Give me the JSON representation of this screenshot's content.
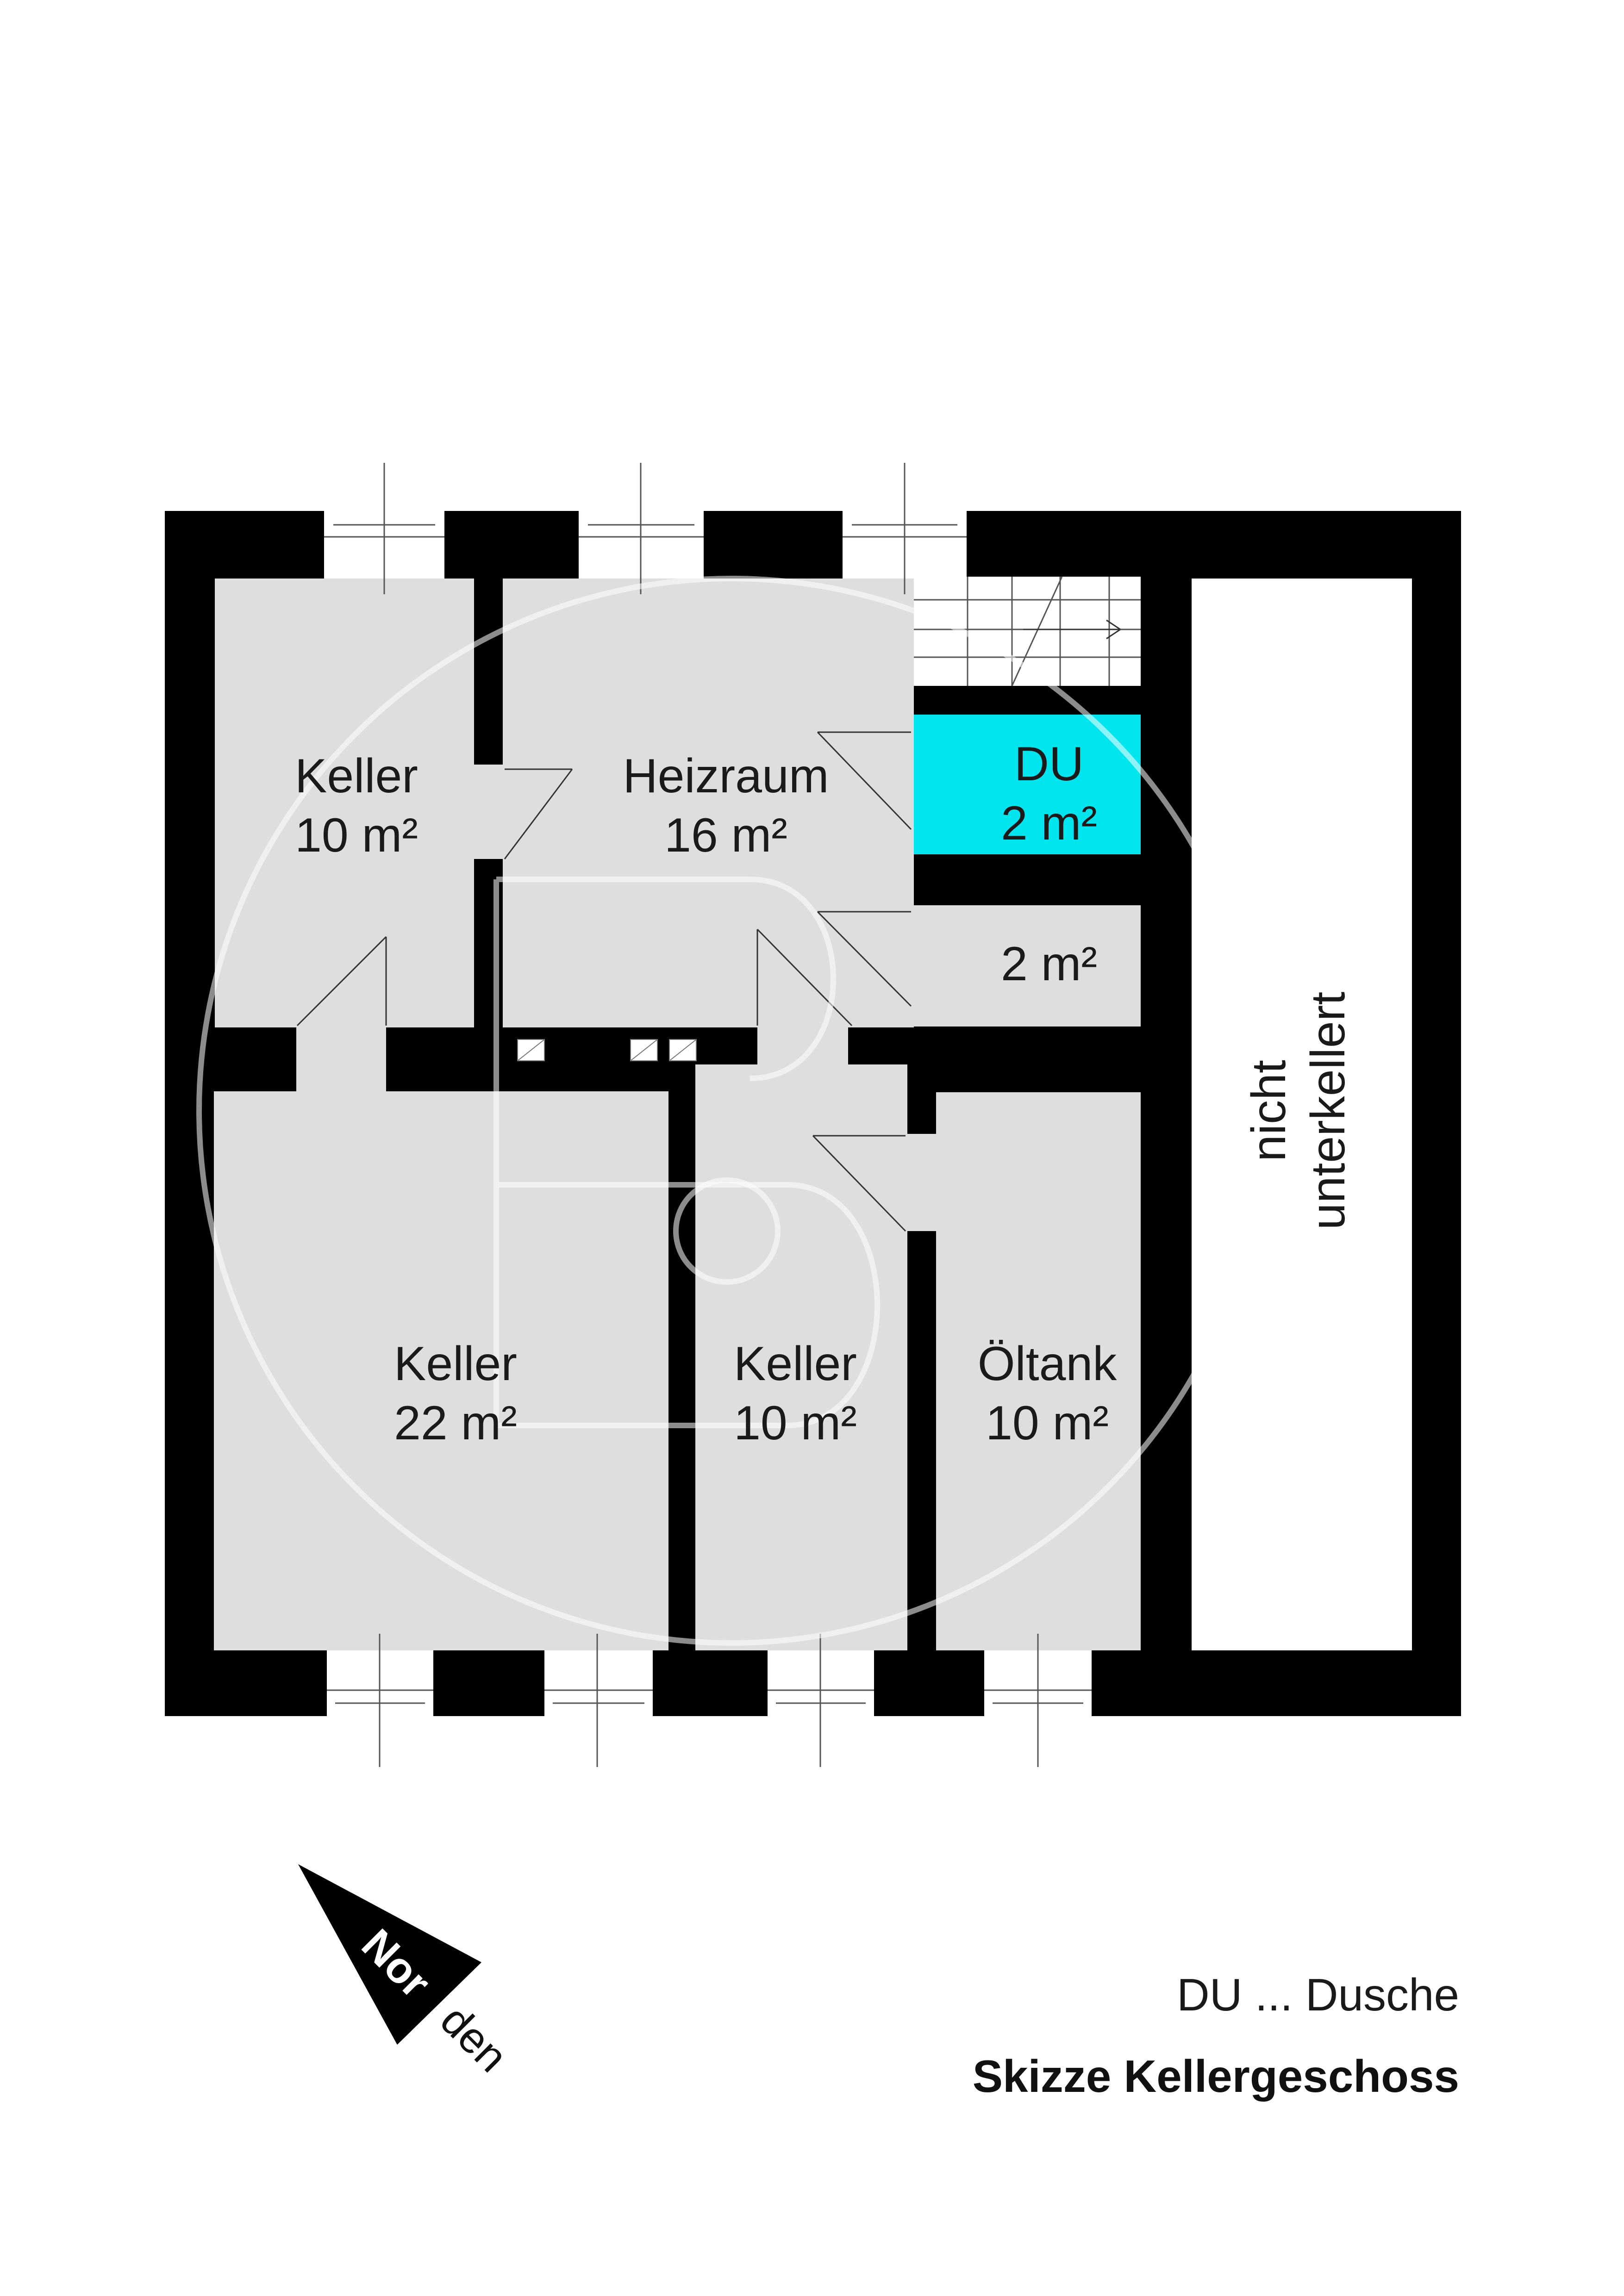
{
  "colors": {
    "wall": "#000000",
    "room_fill": "#dedede",
    "shower_fill": "#00e5ee",
    "background": "#ffffff"
  },
  "rooms": {
    "keller_nw": {
      "name": "Keller",
      "area": "10 m²"
    },
    "heizraum": {
      "name": "Heizraum",
      "area": "16 m²"
    },
    "du": {
      "name": "DU",
      "area": "2 m²"
    },
    "small_room": {
      "area": "2 m²"
    },
    "keller_sw": {
      "name": "Keller",
      "area": "22 m²"
    },
    "keller_s": {
      "name": "Keller",
      "area": "10 m²"
    },
    "oeltank": {
      "name": "Öltank",
      "area": "10 m²"
    },
    "nicht_unterkellert": {
      "line1": "nicht",
      "line2": "unterkellert"
    }
  },
  "north_arrow": {
    "label_part1": "Nor",
    "label_part2": "den"
  },
  "legend": {
    "abbreviation": "DU ... Dusche",
    "title": "Skizze Kellergeschoss"
  }
}
